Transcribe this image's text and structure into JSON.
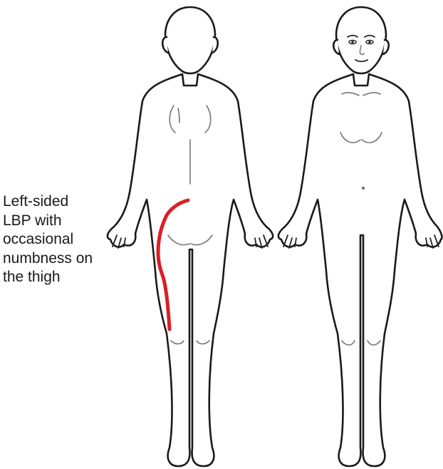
{
  "annotation": {
    "lines": [
      "Left-sided",
      "LBP with",
      "occasional",
      "numbness on",
      "the thigh"
    ]
  },
  "figures": {
    "back_view": "body-back-view",
    "front_view": "body-front-view"
  },
  "colors": {
    "outline": "#1a1a1a",
    "pain_marking": "#d91f26",
    "background": "#ffffff"
  }
}
